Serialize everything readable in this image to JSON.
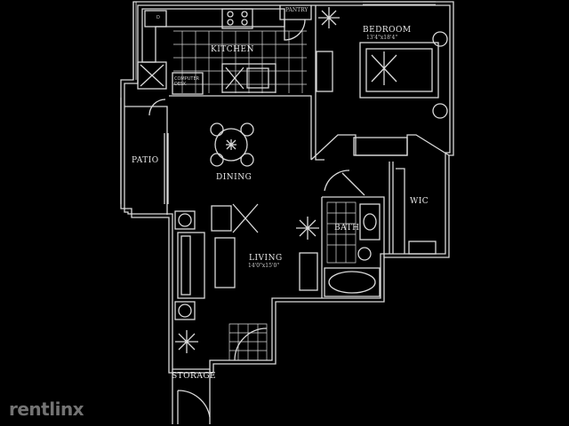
{
  "rooms": {
    "kitchen": "KITCHEN",
    "pantry": "PANTRY",
    "bedroom": "BEDROOM",
    "bedroom_dims": "13'4\"x18'4\"",
    "computer_desk": "COMPUTER DESK",
    "dining": "DINING",
    "patio": "PATIO",
    "wic": "WIC",
    "bath": "BATH",
    "living": "LIVING",
    "living_dims": "14'0\"x15'0\"",
    "storage": "STORAGE"
  },
  "appliance_marks": {
    "dishwasher": "D"
  },
  "watermark": "rentlinx"
}
